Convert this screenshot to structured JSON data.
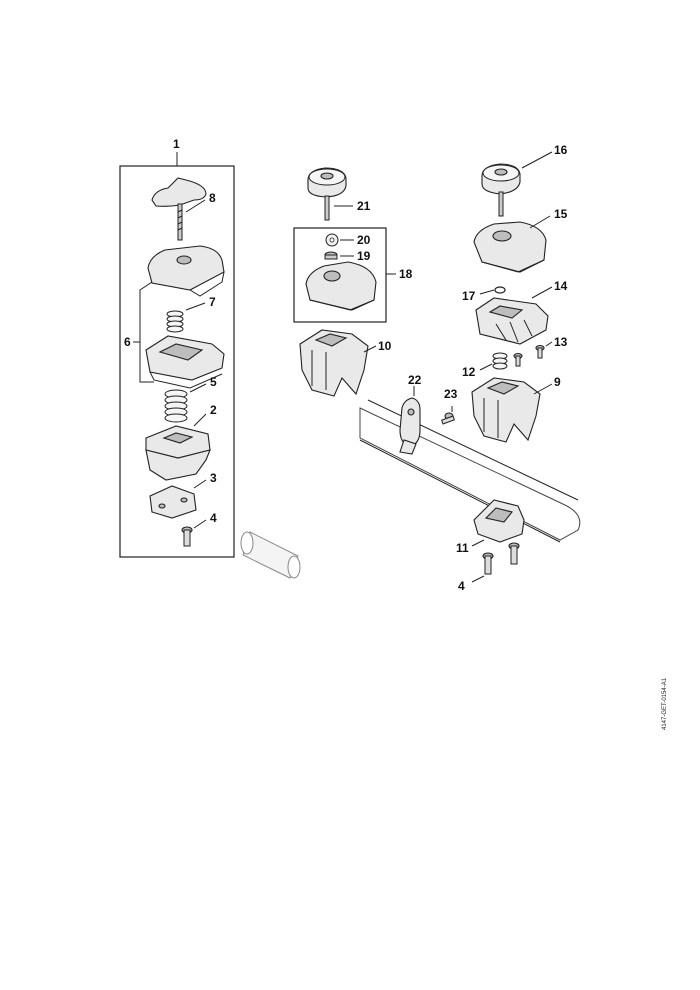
{
  "labels": {
    "p1": "1",
    "p2": "2",
    "p3": "3",
    "p4a": "4",
    "p4b": "4",
    "p5": "5",
    "p6": "6",
    "p7": "7",
    "p8": "8",
    "p9": "9",
    "p10": "10",
    "p11": "11",
    "p12": "12",
    "p13": "13",
    "p14": "14",
    "p15": "15",
    "p16": "16",
    "p17": "17",
    "p18": "18",
    "p19": "19",
    "p20": "20",
    "p21": "21",
    "p22": "22",
    "p23": "23"
  },
  "reference_code": "4147-GET-0154-A1"
}
